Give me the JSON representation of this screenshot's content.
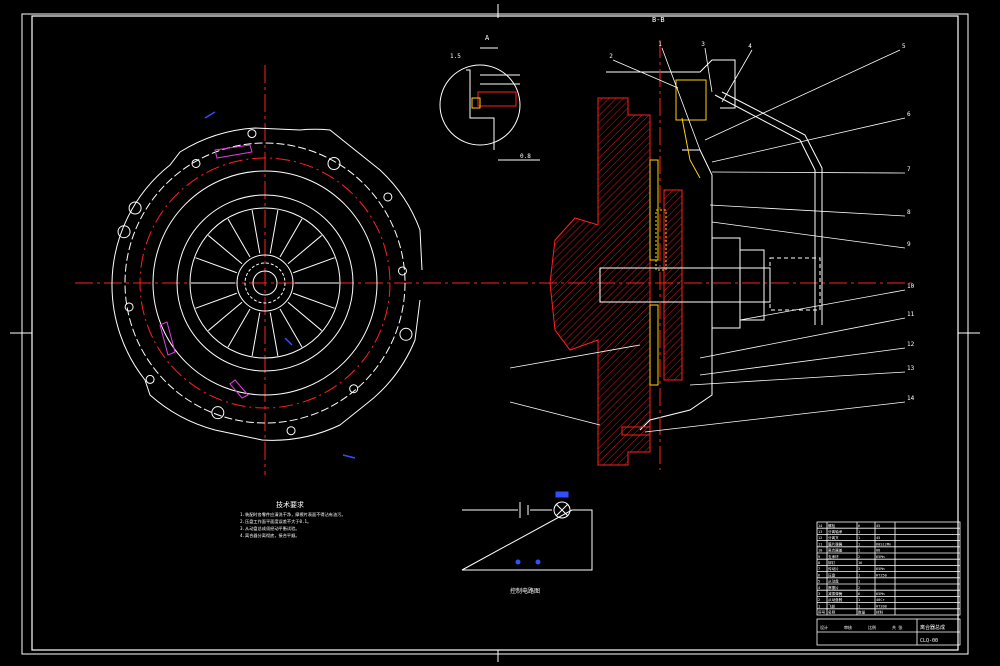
{
  "colors": {
    "background": "#000000",
    "frame": "#ffffff",
    "centerline": "#ff2020",
    "hatch": "#ff2020",
    "friction": "#ffd400",
    "accent_blue": "#3050ff",
    "accent_magenta": "#e040e0",
    "leader": "#ffffff",
    "part_number": "#ffffff"
  },
  "section_label": "B-B",
  "detail_labels": {
    "detail_a": "A",
    "detail_dim": "1.5",
    "detail_dim_b": "0.8"
  },
  "part_numbers": [
    "1",
    "2",
    "3",
    "4",
    "5",
    "6",
    "7",
    "8",
    "9",
    "10",
    "11",
    "12",
    "13",
    "14"
  ],
  "technical_requirements_title": "技术要求",
  "technical_requirements": [
    "1.装配时各零件应清洗干净，摩擦片表面不得沾有油污。",
    "2.压盘工作面平面度误差不大于0.1。",
    "3.从动盘总成须经动平衡试验。",
    "4.离合器分离彻底，接合平顺。"
  ],
  "circuit_caption": "控制电路图",
  "title_block": {
    "drawing_title": "离合器总成",
    "drawing_number": "CLQ-00",
    "rows": [
      [
        "14",
        "螺栓",
        "6",
        "45"
      ],
      [
        "13",
        "分离轴承",
        "1",
        ""
      ],
      [
        "12",
        "分离叉",
        "1",
        "45"
      ],
      [
        "11",
        "膜片弹簧",
        "1",
        "60Si2Mn"
      ],
      [
        "10",
        "离合器盖",
        "1",
        "08"
      ],
      [
        "9",
        "支承环",
        "2",
        "65Mn"
      ],
      [
        "8",
        "铆钉",
        "16",
        ""
      ],
      [
        "7",
        "传动片",
        "3",
        "65Mn"
      ],
      [
        "6",
        "压盘",
        "1",
        "HT250"
      ],
      [
        "5",
        "从动盘",
        "1",
        ""
      ],
      [
        "4",
        "摩擦片",
        "2",
        ""
      ],
      [
        "3",
        "减振弹簧",
        "6",
        "65Mn"
      ],
      [
        "2",
        "从动盘毂",
        "1",
        "40Cr"
      ],
      [
        "1",
        "飞轮",
        "1",
        "HT200"
      ]
    ],
    "header": [
      "序号",
      "名称",
      "数量",
      "材料"
    ],
    "footer_labels": [
      "设计",
      "审核",
      "比例",
      "共 张"
    ]
  }
}
